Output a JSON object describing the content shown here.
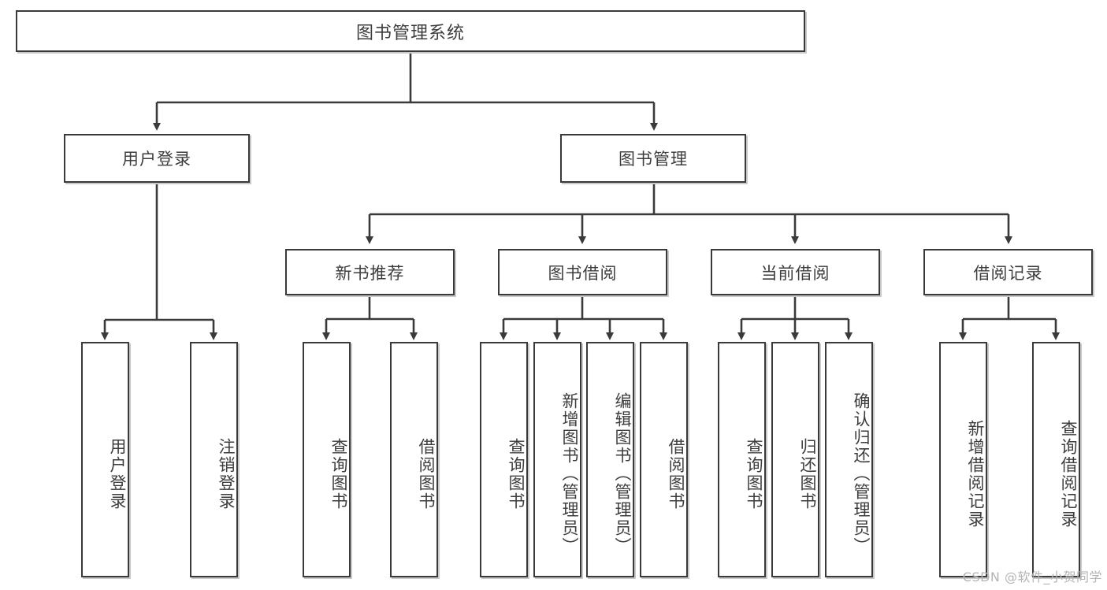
{
  "diagram": {
    "title": "图书管理系统",
    "type": "tree-hierarchy-diagram",
    "root": {
      "label": "图书管理系统"
    },
    "level2": [
      {
        "label": "用户登录"
      },
      {
        "label": "图书管理"
      }
    ],
    "level3": [
      {
        "label": "新书推荐"
      },
      {
        "label": "图书借阅"
      },
      {
        "label": "当前借阅"
      },
      {
        "label": "借阅记录"
      }
    ],
    "leaves": {
      "user_login": [
        {
          "label": "用户登录"
        },
        {
          "label": "注销登录"
        }
      ],
      "new_book_recommend": [
        {
          "label": "查询图书"
        },
        {
          "label": "借阅图书"
        }
      ],
      "book_borrow": [
        {
          "label": "查询图书"
        },
        {
          "label": "新增图书（管理员）"
        },
        {
          "label": "编辑图书（管理员）"
        },
        {
          "label": "借阅图书"
        }
      ],
      "current_borrow": [
        {
          "label": "查询图书"
        },
        {
          "label": "归还图书"
        },
        {
          "label": "确认归还（管理员）"
        }
      ],
      "borrow_record": [
        {
          "label": "新增借阅记录"
        },
        {
          "label": "查询借阅记录"
        }
      ]
    }
  },
  "watermark": {
    "text": "CSDN @软件_小贺同学"
  },
  "colors": {
    "box_border": "#3a3a3a",
    "box_fill": "#ffffff",
    "text": "#3d3d3d",
    "connector": "#3a3a3a",
    "watermark": "#b4b4b4"
  }
}
